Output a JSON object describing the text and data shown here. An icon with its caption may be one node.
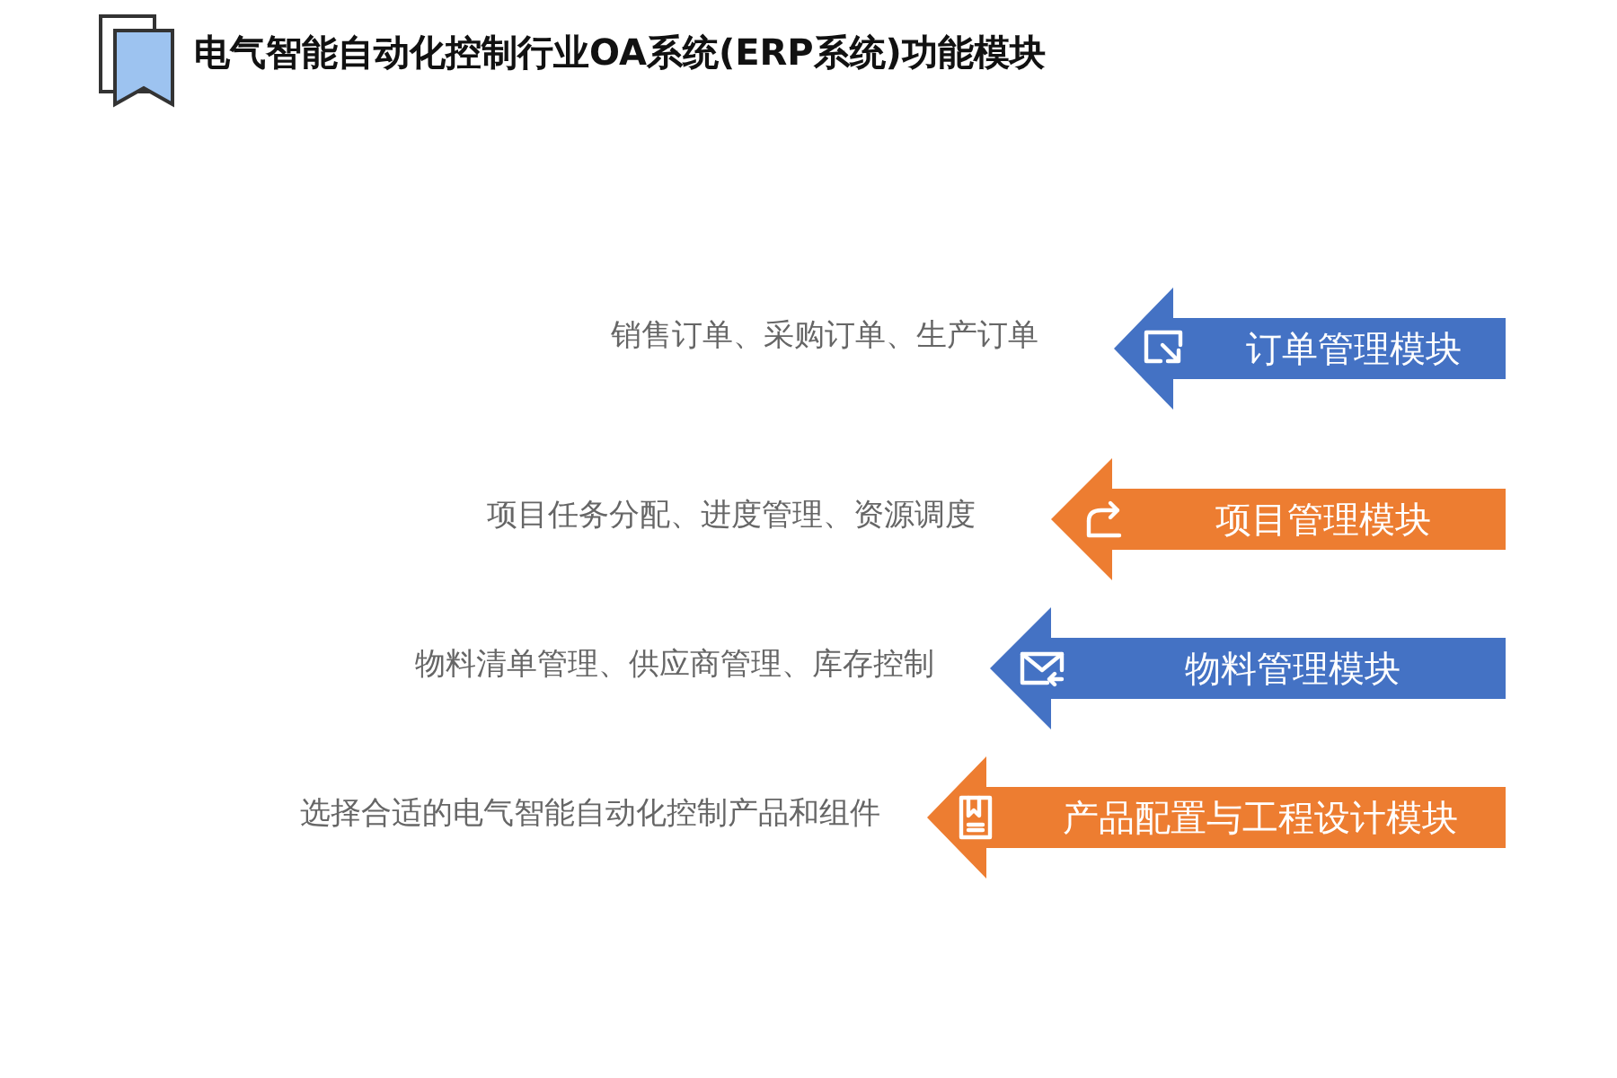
{
  "diagram": {
    "title": "电气智能自动化控制行业OA系统(ERP系统)功能模块",
    "nodes": [
      {
        "text": [
          "订单管理模块"
        ],
        "beside": [
          "销售订单、采购订单、生产订单"
        ]
      },
      {
        "text": [
          "项目管理模块"
        ],
        "beside": [
          "项目任务分配、进度管理、资源调度"
        ]
      },
      {
        "text": [
          "物料管理模块"
        ],
        "beside": [
          "物料清单管理、供应商管理、库存控制"
        ]
      },
      {
        "text": [
          "产品配置与工程设计模块"
        ],
        "beside": [
          "选择合适的电气智能自动化控制产品和组件"
        ]
      }
    ]
  }
}
